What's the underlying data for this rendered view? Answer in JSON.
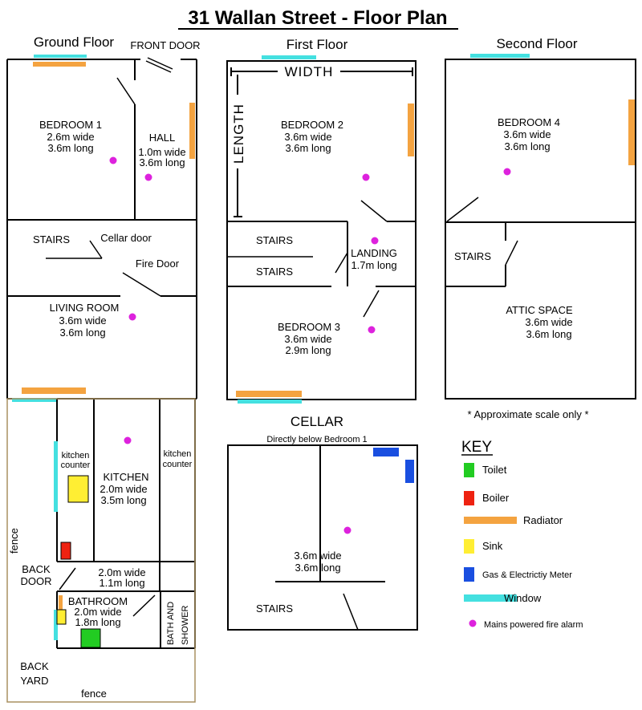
{
  "title": "31 Wallan Street - Floor Plan",
  "floors": {
    "ground": "Ground Floor",
    "first": "First Floor",
    "second": "Second Floor",
    "cellar": "CELLAR",
    "cellar_note": "Directly below Bedroom 1"
  },
  "ground_floor": {
    "front_door": "FRONT DOOR",
    "bedroom1": {
      "name": "BEDROOM 1",
      "width": "2.6m wide",
      "length": "3.6m long"
    },
    "hall": {
      "name": "HALL",
      "width": "1.0m wide",
      "length": "3.6m long"
    },
    "stairs": "STAIRS",
    "cellar_door": "Cellar door",
    "fire_door": "Fire Door",
    "living_room": {
      "name": "LIVING ROOM",
      "width": "3.6m wide",
      "length": "3.6m long"
    },
    "kitchen_counter_left": [
      "kitchen",
      "counter"
    ],
    "kitchen_counter_right": [
      "kitchen",
      "counter"
    ],
    "kitchen": {
      "name": "KITCHEN",
      "width": "2.0m wide",
      "length": "3.5m long"
    },
    "passage": {
      "width": "2.0m wide",
      "length": "1.1m long"
    },
    "back_door": [
      "BACK",
      "DOOR"
    ],
    "bathroom": {
      "name": "BATHROOM",
      "width": "2.0m wide",
      "length": "1.8m long"
    },
    "bath_and_shower": [
      "BATH AND",
      "SHOWER"
    ],
    "fence_side": "fence",
    "fence_bottom": "fence",
    "back_yard": [
      "BACK",
      "YARD"
    ]
  },
  "first_floor": {
    "width_label": "WIDTH",
    "length_label": "LENGTH",
    "bedroom2": {
      "name": "BEDROOM 2",
      "width": "3.6m wide",
      "length": "3.6m long"
    },
    "stairs_upper": "STAIRS",
    "stairs_lower": "STAIRS",
    "landing": {
      "name": "LANDING",
      "length": "1.7m long"
    },
    "bedroom3": {
      "name": "BEDROOM 3",
      "width": "3.6m wide",
      "length": "2.9m long"
    }
  },
  "second_floor": {
    "bedroom4": {
      "name": "BEDROOM 4",
      "width": "3.6m wide",
      "length": "3.6m long"
    },
    "stairs": "STAIRS",
    "attic": {
      "name": "ATTIC SPACE",
      "width": "3.6m wide",
      "length": "3.6m long"
    }
  },
  "cellar_room": {
    "width": "3.6m wide",
    "length": "3.6m long",
    "stairs": "STAIRS"
  },
  "scale_note": "* Approximate scale only *",
  "key": {
    "heading": "KEY",
    "items": [
      {
        "label": "Toilet",
        "color": "#22cc22",
        "shape": "square"
      },
      {
        "label": "Boiler",
        "color": "#ee2211",
        "shape": "square"
      },
      {
        "label": "Radiator",
        "color": "#f4a340",
        "shape": "bar"
      },
      {
        "label": "Sink",
        "color": "#ffee33",
        "shape": "square"
      },
      {
        "label": "Gas & Electrictiy Meter",
        "color": "#1a4fe0",
        "shape": "square"
      },
      {
        "label": "Window",
        "color": "#44e0e0",
        "shape": "bar"
      },
      {
        "label": "Mains powered fire alarm",
        "color": "#dd22dd",
        "shape": "dot"
      }
    ]
  },
  "colors": {
    "radiator": "#f4a340",
    "window": "#44e0e0",
    "fire_alarm": "#dd22dd",
    "toilet": "#22cc22",
    "boiler": "#ee2211",
    "sink": "#ffee33",
    "meter": "#1a4fe0",
    "fence": "#a89060"
  }
}
